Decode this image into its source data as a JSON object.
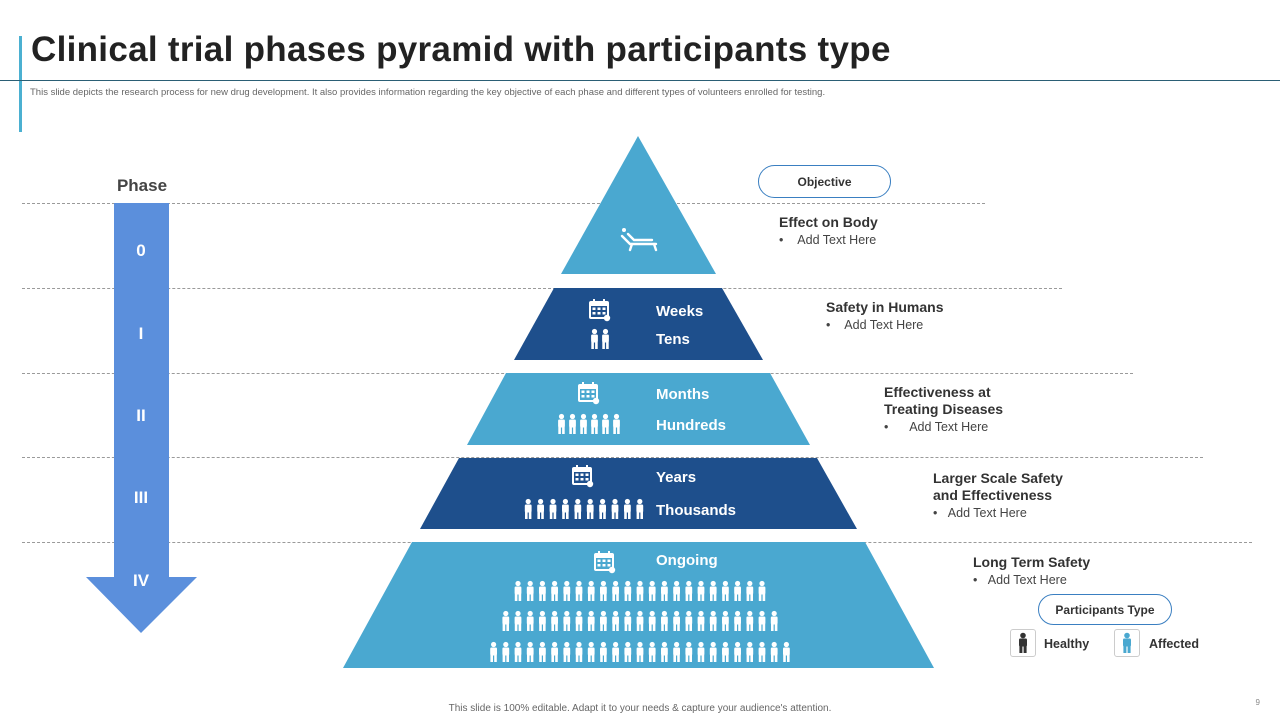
{
  "header": {
    "title": "Clinical trial phases pyramid with participants type",
    "subtitle": "This slide depicts the research process for new drug development. It also provides information regarding the key objective of each phase and different types of volunteers enrolled for testing."
  },
  "phase": {
    "heading": "Phase",
    "labels": [
      "0",
      "I",
      "II",
      "III",
      "IV"
    ]
  },
  "tiers": {
    "t1": {
      "top": "Weeks",
      "bottom": "Tens"
    },
    "t2": {
      "top": "Months",
      "bottom": "Hundreds"
    },
    "t3": {
      "top": "Years",
      "bottom": "Thousands"
    },
    "t4": {
      "top": "Ongoing"
    }
  },
  "objectives": {
    "pill": "Objective",
    "items": [
      {
        "title": "Effect on Body",
        "bullet": "Add Text Here"
      },
      {
        "title": "Safety in Humans",
        "bullet": "Add Text Here"
      },
      {
        "title": "Effectiveness at Treating Diseases",
        "bullet": "Add Text Here"
      },
      {
        "title": "Larger Scale Safety and Effectiveness",
        "bullet": "Add Text Here"
      },
      {
        "title": "Long Term Safety",
        "bullet": "Add Text Here"
      }
    ]
  },
  "legend": {
    "pill": "Participants  Type",
    "healthy": "Healthy",
    "affected": "Affected"
  },
  "colors": {
    "light_blue": "#4aa8d0",
    "dark_blue": "#1e4f8c",
    "arrow_blue": "#5b8fdc",
    "healthy_icon": "#333333",
    "affected_icon": "#4aa8d0"
  },
  "icons": [
    "lounge-chair-icon",
    "calendar-icon",
    "person-icon"
  ],
  "footer": "This slide is 100% editable. Adapt it to your needs & capture your audience's attention.",
  "page_number": "9"
}
